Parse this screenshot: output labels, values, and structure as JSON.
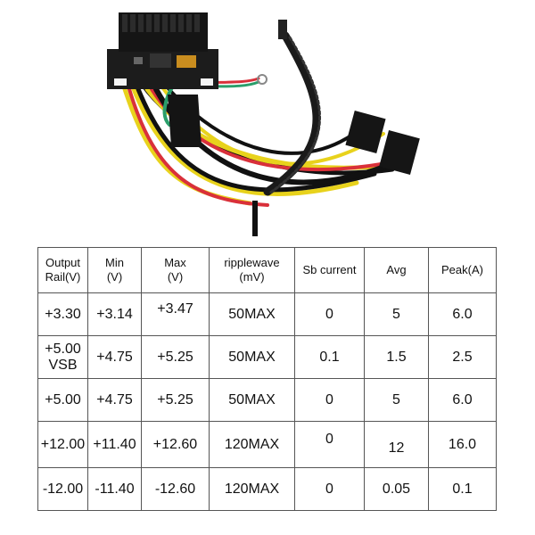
{
  "table": {
    "headers": [
      {
        "line1": "Output",
        "line2": "Rail(V)"
      },
      {
        "line1": "Min",
        "line2": "(V)"
      },
      {
        "line1": "Max",
        "line2": "(V)"
      },
      {
        "line1": "ripplewave",
        "line2": "(mV)"
      },
      {
        "line1": "Sb current",
        "line2": ""
      },
      {
        "line1": "Avg",
        "line2": ""
      },
      {
        "line1": "Peak(A)",
        "line2": ""
      }
    ],
    "rows": [
      {
        "rail": "+3.30",
        "rail_sub": "",
        "min": "+3.14",
        "max": "+3.47",
        "ripple": "50MAX",
        "sb": "0",
        "avg": "5",
        "peak": "6.0"
      },
      {
        "rail": "+5.00",
        "rail_sub": "VSB",
        "min": "+4.75",
        "max": "+5.25",
        "ripple": "50MAX",
        "sb": "0.1",
        "avg": "1.5",
        "peak": "2.5"
      },
      {
        "rail": "+5.00",
        "rail_sub": "",
        "min": "+4.75",
        "max": "+5.25",
        "ripple": "50MAX",
        "sb": "0",
        "avg": "5",
        "peak": "6.0"
      },
      {
        "rail": "+12.00",
        "rail_sub": "",
        "min": "+11.40",
        "max": "+12.60",
        "ripple": "120MAX",
        "sb": "0",
        "avg": "12",
        "peak": "16.0"
      },
      {
        "rail": "-12.00",
        "rail_sub": "",
        "min": "-11.40",
        "max": "-12.60",
        "ripple": "120MAX",
        "sb": "0",
        "avg": "0.05",
        "peak": "0.1"
      }
    ]
  }
}
